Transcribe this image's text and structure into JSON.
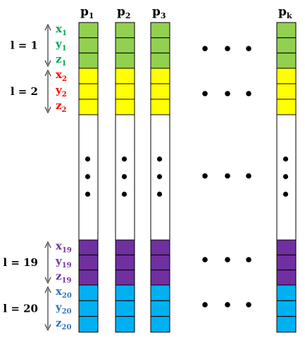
{
  "columns": [
    {
      "letter": "p",
      "sub": "1"
    },
    {
      "letter": "p",
      "sub": "2"
    },
    {
      "letter": "p",
      "sub": "3"
    },
    {
      "letter": "p",
      "sub": "k"
    }
  ],
  "layers": [
    {
      "label": "l = 1",
      "color": "#92d050",
      "vars": [
        {
          "letter": "x",
          "sub": "1"
        },
        {
          "letter": "y",
          "sub": "1"
        },
        {
          "letter": "z",
          "sub": "1"
        }
      ],
      "text_color": "#00a550"
    },
    {
      "label": "l = 2",
      "color": "#ffff00",
      "vars": [
        {
          "letter": "x",
          "sub": "2"
        },
        {
          "letter": "y",
          "sub": "2"
        },
        {
          "letter": "z",
          "sub": "2"
        }
      ],
      "text_color": "#ff0000"
    },
    {
      "label": "l = 19",
      "color": "#7030a0",
      "vars": [
        {
          "letter": "x",
          "sub": "19"
        },
        {
          "letter": "y",
          "sub": "19"
        },
        {
          "letter": "z",
          "sub": "19"
        }
      ],
      "text_color": "#7030a0"
    },
    {
      "label": "l = 20",
      "color": "#00b0f0",
      "vars": [
        {
          "letter": "x",
          "sub": "20"
        },
        {
          "letter": "y",
          "sub": "20"
        },
        {
          "letter": "z",
          "sub": "20"
        }
      ],
      "text_color": "#2e75b6"
    }
  ]
}
